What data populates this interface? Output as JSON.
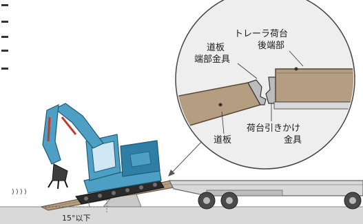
{
  "labels": {
    "trailer_rear": [
      "トレーラ荷台",
      "後端部"
    ],
    "plate_end_fitting": [
      "道板",
      "端部金具"
    ],
    "hook_fitting": [
      "荷台引きかけ",
      "金具"
    ],
    "ramp_plate": "道板",
    "angle": "15°以下"
  },
  "left_text_marks": [
    "—",
    "—",
    "—",
    "—",
    "—"
  ],
  "colors": {
    "machine_blue": "#4e9fc4",
    "machine_blue_dark": "#2f7ea6",
    "ramp_tan": "#b59d82",
    "trailer_gray": "#d8d8d8",
    "ground_gray": "#d9d9d9",
    "detail_bg": "#eeeeee"
  }
}
